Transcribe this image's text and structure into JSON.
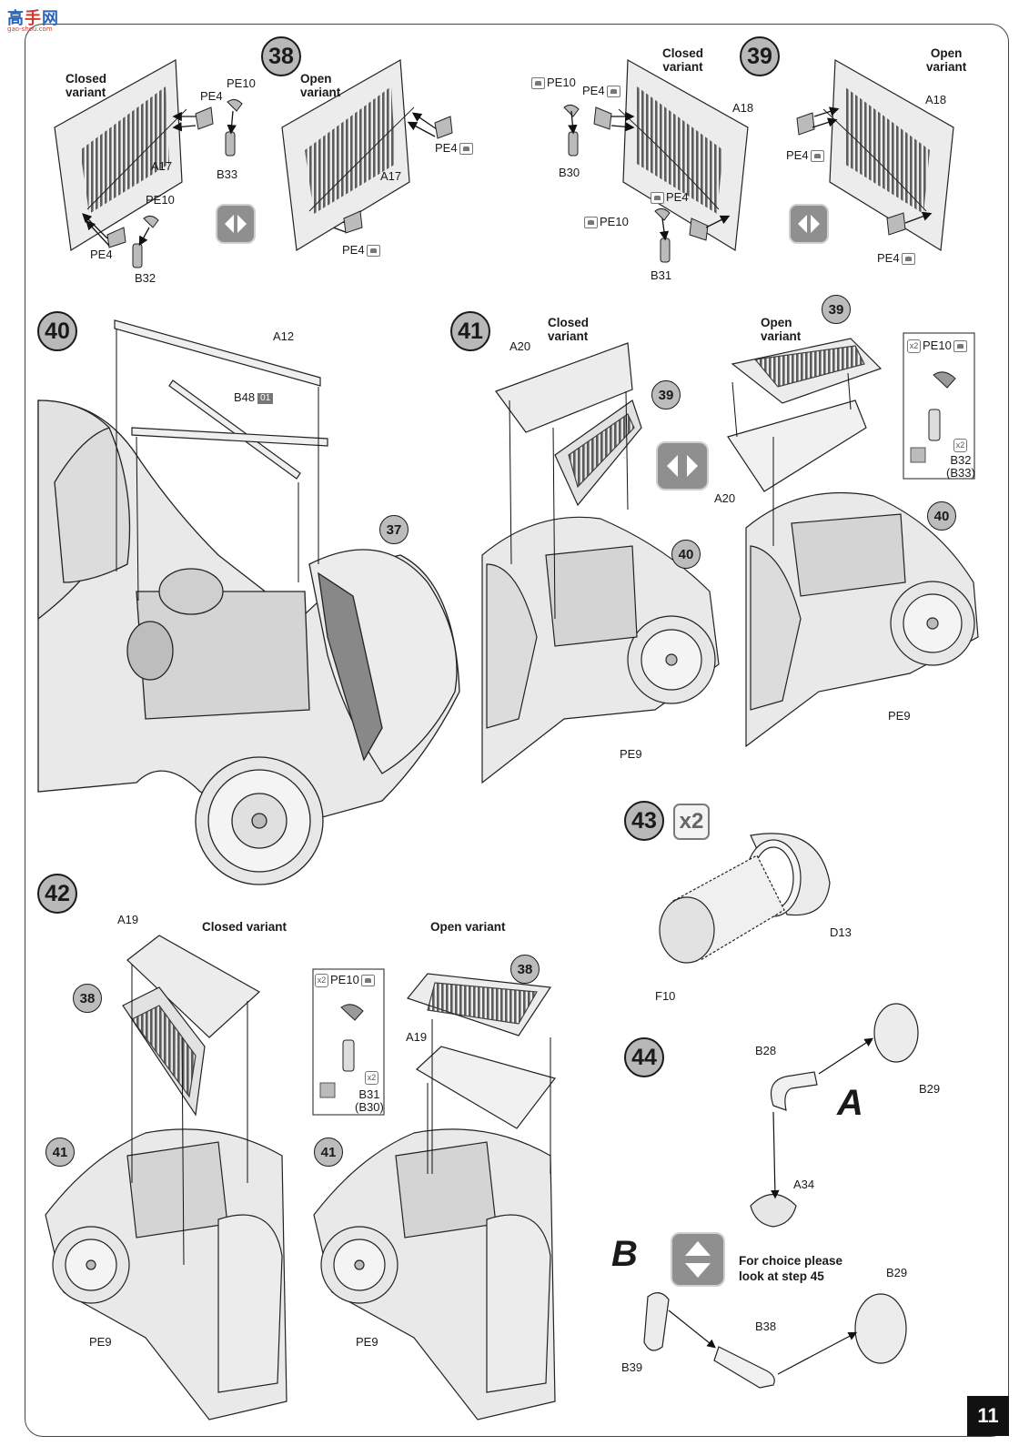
{
  "watermark": {
    "chars": [
      "高",
      "手",
      "网"
    ],
    "url": "gao-shou.com"
  },
  "page_number": "11",
  "steps": {
    "s38": {
      "number": "38",
      "closed": [
        "Closed",
        "variant"
      ],
      "open": [
        "Open",
        "variant"
      ],
      "labels": {
        "pe10_a": "PE10",
        "pe4_a": "PE4",
        "a17_a": "A17",
        "b33": "B33",
        "pe10_b": "PE10",
        "pe4_b": "PE4",
        "b32": "B32",
        "a17_b": "A17",
        "pe4_c": "PE4",
        "pe4_d": "PE4"
      }
    },
    "s39": {
      "number": "39",
      "closed": [
        "Closed",
        "variant"
      ],
      "open": [
        "Open",
        "variant"
      ],
      "labels": {
        "pe10_a": "PE10",
        "pe4_a": "PE4",
        "a18_a": "A18",
        "b30": "B30",
        "pe4_b": "PE4",
        "pe10_b": "PE10",
        "b31": "B31",
        "a18_b": "A18",
        "pe4_c": "PE4",
        "pe4_d": "PE4"
      }
    },
    "s40": {
      "number": "40",
      "ref": "37",
      "labels": {
        "a12": "A12",
        "b48": "B48",
        "b48_tag": "01"
      }
    },
    "s41": {
      "number": "41",
      "closed": [
        "Closed",
        "variant"
      ],
      "open": [
        "Open",
        "variant"
      ],
      "ref_a": "39",
      "ref_b": "40",
      "ref_c": "39",
      "ref_d": "40",
      "labels": {
        "a20_a": "A20",
        "pe9_a": "PE9",
        "a20_b": "A20",
        "pe9_b": "PE9",
        "pe10": "PE10",
        "x2a": "x2",
        "x2b": "x2",
        "b32": "B32",
        "b33": "(B33)"
      }
    },
    "s42": {
      "number": "42",
      "closed": "Closed variant",
      "open": "Open variant",
      "ref_a": "38",
      "ref_b": "41",
      "ref_c": "38",
      "ref_d": "41",
      "labels": {
        "a19_a": "A19",
        "pe9_a": "PE9",
        "a19_b": "A19",
        "pe9_b": "PE9",
        "pe10": "PE10",
        "x2a": "x2",
        "x2b": "x2",
        "b31": "B31",
        "b30": "(B30)"
      }
    },
    "s43": {
      "number": "43",
      "mult": "x2",
      "labels": {
        "d13": "D13",
        "f10": "F10"
      }
    },
    "s44": {
      "number": "44",
      "variant_a": "A",
      "variant_b": "B",
      "labels": {
        "b28": "B28",
        "b29_a": "B29",
        "a34": "A34",
        "b29_b": "B29",
        "b38": "B38",
        "b39": "B39"
      },
      "choice": [
        "For choice please",
        "look at step 45"
      ]
    }
  }
}
